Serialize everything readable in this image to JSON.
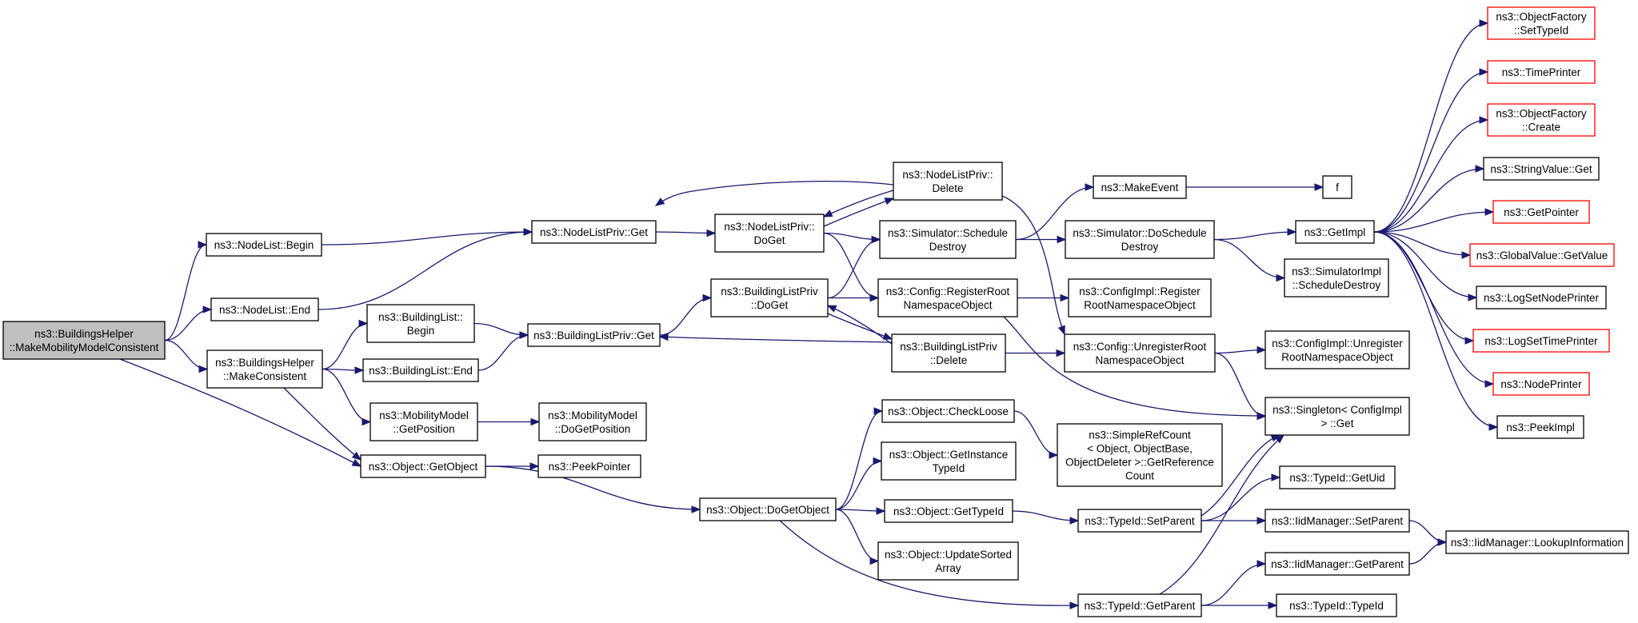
{
  "diagram": {
    "title": "",
    "colors": {
      "edge": "#191970",
      "root_fill": "#bfbfbf",
      "red_border": "#ff0000",
      "default_border": "#000000"
    },
    "nodes": [
      {
        "id": "n_root",
        "lines": [
          "ns3::BuildingsHelper",
          "::MakeMobilityModelConsistent"
        ],
        "style": "root"
      },
      {
        "id": "n_nodelist_begin",
        "lines": [
          "ns3::NodeList::Begin"
        ]
      },
      {
        "id": "n_nodelist_end",
        "lines": [
          "ns3::NodeList::End"
        ]
      },
      {
        "id": "n_bh_makeconsistent",
        "lines": [
          "ns3::BuildingsHelper",
          "::MakeConsistent"
        ]
      },
      {
        "id": "n_object_getobject",
        "lines": [
          "ns3::Object::GetObject"
        ]
      },
      {
        "id": "n_buildinglist_begin",
        "lines": [
          "ns3::BuildingList::",
          "Begin"
        ]
      },
      {
        "id": "n_buildinglist_end",
        "lines": [
          "ns3::BuildingList::End"
        ]
      },
      {
        "id": "n_mobility_getposition",
        "lines": [
          "ns3::MobilityModel",
          "::GetPosition"
        ]
      },
      {
        "id": "n_peekpointer",
        "lines": [
          "ns3::PeekPointer"
        ]
      },
      {
        "id": "n_mobility_dogetposition",
        "lines": [
          "ns3::MobilityModel",
          "::DoGetPosition"
        ]
      },
      {
        "id": "n_nodelistpriv_get",
        "lines": [
          "ns3::NodeListPriv::Get"
        ]
      },
      {
        "id": "n_buildinglistpriv_get",
        "lines": [
          "ns3::BuildingListPriv::Get"
        ]
      },
      {
        "id": "n_object_dogetobject",
        "lines": [
          "ns3::Object::DoGetObject"
        ]
      },
      {
        "id": "n_nodelistpriv_doget",
        "lines": [
          "ns3::NodeListPriv::",
          "DoGet"
        ]
      },
      {
        "id": "n_buildinglistpriv_doget",
        "lines": [
          "ns3::BuildingListPriv",
          "::DoGet"
        ]
      },
      {
        "id": "n_nodelistpriv_delete",
        "lines": [
          "ns3::NodeListPriv::",
          "Delete"
        ]
      },
      {
        "id": "n_simulator_scheduledestroy",
        "lines": [
          "ns3::Simulator::Schedule",
          "Destroy"
        ]
      },
      {
        "id": "n_config_registerroot",
        "lines": [
          "ns3::Config::RegisterRoot",
          "NamespaceObject"
        ]
      },
      {
        "id": "n_buildinglistpriv_delete",
        "lines": [
          "ns3::BuildingListPriv",
          "::Delete"
        ]
      },
      {
        "id": "n_object_checkloose",
        "lines": [
          "ns3::Object::CheckLoose"
        ]
      },
      {
        "id": "n_object_getinstancetypeid",
        "lines": [
          "ns3::Object::GetInstance",
          "TypeId"
        ]
      },
      {
        "id": "n_object_gettypeid",
        "lines": [
          "ns3::Object::GetTypeId"
        ]
      },
      {
        "id": "n_object_updatesortedarray",
        "lines": [
          "ns3::Object::UpdateSorted",
          "Array"
        ]
      },
      {
        "id": "n_makeevent",
        "lines": [
          "ns3::MakeEvent"
        ]
      },
      {
        "id": "n_simulator_doscheduledestroy",
        "lines": [
          "ns3::Simulator::DoSchedule",
          "Destroy"
        ]
      },
      {
        "id": "n_configimpl_register",
        "lines": [
          "ns3::ConfigImpl::Register",
          "RootNamespaceObject"
        ]
      },
      {
        "id": "n_config_unregisterroot",
        "lines": [
          "ns3::Config::UnregisterRoot",
          "NamespaceObject"
        ]
      },
      {
        "id": "n_simplerefcount",
        "lines": [
          "ns3::SimpleRefCount",
          "< Object, ObjectBase,",
          "ObjectDeleter >::GetReference",
          "Count"
        ]
      },
      {
        "id": "n_typeid_setparent",
        "lines": [
          "ns3::TypeId::SetParent"
        ]
      },
      {
        "id": "n_typeid_getparent",
        "lines": [
          "ns3::TypeId::GetParent"
        ]
      },
      {
        "id": "n_f",
        "lines": [
          "f"
        ]
      },
      {
        "id": "n_getimpl",
        "lines": [
          "ns3::GetImpl"
        ]
      },
      {
        "id": "n_simulatorimpl_scheduledestroy",
        "lines": [
          "ns3::SimulatorImpl",
          "::ScheduleDestroy"
        ]
      },
      {
        "id": "n_configimpl_unregister",
        "lines": [
          "ns3::ConfigImpl::Unregister",
          "RootNamespaceObject"
        ]
      },
      {
        "id": "n_singleton_get",
        "lines": [
          "ns3::Singleton< ConfigImpl",
          "> ::Get"
        ]
      },
      {
        "id": "n_typeid_getuid",
        "lines": [
          "ns3::TypeId::GetUid"
        ]
      },
      {
        "id": "n_iidmanager_setparent",
        "lines": [
          "ns3::IidManager::SetParent"
        ]
      },
      {
        "id": "n_iidmanager_getparent",
        "lines": [
          "ns3::IidManager::GetParent"
        ]
      },
      {
        "id": "n_typeid_typeid",
        "lines": [
          "ns3::TypeId::TypeId"
        ]
      },
      {
        "id": "n_iidmanager_lookupinformation",
        "lines": [
          "ns3::IidManager::LookupInformation"
        ]
      },
      {
        "id": "n_objectfactory_settypeid",
        "lines": [
          "ns3::ObjectFactory",
          "::SetTypeId"
        ],
        "style": "red"
      },
      {
        "id": "n_timeprinter",
        "lines": [
          "ns3::TimePrinter"
        ],
        "style": "red"
      },
      {
        "id": "n_objectfactory_create",
        "lines": [
          "ns3::ObjectFactory",
          "::Create"
        ],
        "style": "red"
      },
      {
        "id": "n_stringvalue_get",
        "lines": [
          "ns3::StringValue::Get"
        ]
      },
      {
        "id": "n_getpointer",
        "lines": [
          "ns3::GetPointer"
        ],
        "style": "red"
      },
      {
        "id": "n_globalvalue_getvalue",
        "lines": [
          "ns3::GlobalValue::GetValue"
        ],
        "style": "red"
      },
      {
        "id": "n_logsetnodeprinter",
        "lines": [
          "ns3::LogSetNodePrinter"
        ]
      },
      {
        "id": "n_logsettimeprinter",
        "lines": [
          "ns3::LogSetTimePrinter"
        ],
        "style": "red"
      },
      {
        "id": "n_nodeprinter",
        "lines": [
          "ns3::NodePrinter"
        ],
        "style": "red"
      },
      {
        "id": "n_peekimpl",
        "lines": [
          "ns3::PeekImpl"
        ]
      }
    ],
    "edges": [
      [
        "n_root",
        "n_nodelist_begin"
      ],
      [
        "n_root",
        "n_nodelist_end"
      ],
      [
        "n_root",
        "n_bh_makeconsistent"
      ],
      [
        "n_root",
        "n_object_getobject"
      ],
      [
        "n_nodelist_begin",
        "n_nodelistpriv_get"
      ],
      [
        "n_nodelist_end",
        "n_nodelistpriv_get"
      ],
      [
        "n_bh_makeconsistent",
        "n_buildinglist_begin"
      ],
      [
        "n_bh_makeconsistent",
        "n_buildinglist_end"
      ],
      [
        "n_bh_makeconsistent",
        "n_mobility_getposition"
      ],
      [
        "n_bh_makeconsistent",
        "n_object_getobject"
      ],
      [
        "n_buildinglist_begin",
        "n_buildinglistpriv_get"
      ],
      [
        "n_buildinglist_end",
        "n_buildinglistpriv_get"
      ],
      [
        "n_mobility_getposition",
        "n_mobility_dogetposition"
      ],
      [
        "n_object_getobject",
        "n_peekpointer"
      ],
      [
        "n_object_getobject",
        "n_object_dogetobject"
      ],
      [
        "n_nodelistpriv_get",
        "n_nodelistpriv_doget"
      ],
      [
        "n_buildinglistpriv_get",
        "n_buildinglistpriv_doget"
      ],
      [
        "n_nodelistpriv_doget",
        "n_nodelistpriv_delete"
      ],
      [
        "n_nodelistpriv_doget",
        "n_simulator_scheduledestroy"
      ],
      [
        "n_nodelistpriv_doget",
        "n_config_registerroot"
      ],
      [
        "n_nodelistpriv_delete",
        "n_nodelistpriv_get"
      ],
      [
        "n_nodelistpriv_delete",
        "n_nodelistpriv_doget"
      ],
      [
        "n_nodelistpriv_delete",
        "n_config_unregisterroot"
      ],
      [
        "n_buildinglistpriv_doget",
        "n_buildinglistpriv_delete"
      ],
      [
        "n_buildinglistpriv_doget",
        "n_simulator_scheduledestroy"
      ],
      [
        "n_buildinglistpriv_doget",
        "n_config_registerroot"
      ],
      [
        "n_buildinglistpriv_delete",
        "n_buildinglistpriv_get"
      ],
      [
        "n_buildinglistpriv_delete",
        "n_buildinglistpriv_doget"
      ],
      [
        "n_buildinglistpriv_delete",
        "n_config_unregisterroot"
      ],
      [
        "n_simulator_scheduledestroy",
        "n_makeevent"
      ],
      [
        "n_simulator_scheduledestroy",
        "n_simulator_doscheduledestroy"
      ],
      [
        "n_config_registerroot",
        "n_configimpl_register"
      ],
      [
        "n_config_registerroot",
        "n_singleton_get"
      ],
      [
        "n_makeevent",
        "n_f"
      ],
      [
        "n_simulator_doscheduledestroy",
        "n_getimpl"
      ],
      [
        "n_simulator_doscheduledestroy",
        "n_simulatorimpl_scheduledestroy"
      ],
      [
        "n_config_unregisterroot",
        "n_configimpl_unregister"
      ],
      [
        "n_config_unregisterroot",
        "n_singleton_get"
      ],
      [
        "n_object_dogetobject",
        "n_object_checkloose"
      ],
      [
        "n_object_dogetobject",
        "n_object_getinstancetypeid"
      ],
      [
        "n_object_dogetobject",
        "n_object_gettypeid"
      ],
      [
        "n_object_dogetobject",
        "n_object_updatesortedarray"
      ],
      [
        "n_object_dogetobject",
        "n_typeid_getparent"
      ],
      [
        "n_object_checkloose",
        "n_simplerefcount"
      ],
      [
        "n_object_gettypeid",
        "n_typeid_setparent"
      ],
      [
        "n_typeid_setparent",
        "n_singleton_get"
      ],
      [
        "n_typeid_setparent",
        "n_typeid_getuid"
      ],
      [
        "n_typeid_setparent",
        "n_iidmanager_setparent"
      ],
      [
        "n_typeid_getparent",
        "n_singleton_get"
      ],
      [
        "n_typeid_getparent",
        "n_iidmanager_getparent"
      ],
      [
        "n_typeid_getparent",
        "n_typeid_typeid"
      ],
      [
        "n_iidmanager_setparent",
        "n_iidmanager_lookupinformation"
      ],
      [
        "n_iidmanager_getparent",
        "n_iidmanager_lookupinformation"
      ],
      [
        "n_getimpl",
        "n_objectfactory_settypeid"
      ],
      [
        "n_getimpl",
        "n_timeprinter"
      ],
      [
        "n_getimpl",
        "n_objectfactory_create"
      ],
      [
        "n_getimpl",
        "n_stringvalue_get"
      ],
      [
        "n_getimpl",
        "n_getpointer"
      ],
      [
        "n_getimpl",
        "n_globalvalue_getvalue"
      ],
      [
        "n_getimpl",
        "n_logsetnodeprinter"
      ],
      [
        "n_getimpl",
        "n_logsettimeprinter"
      ],
      [
        "n_getimpl",
        "n_nodeprinter"
      ],
      [
        "n_getimpl",
        "n_peekimpl"
      ]
    ]
  }
}
